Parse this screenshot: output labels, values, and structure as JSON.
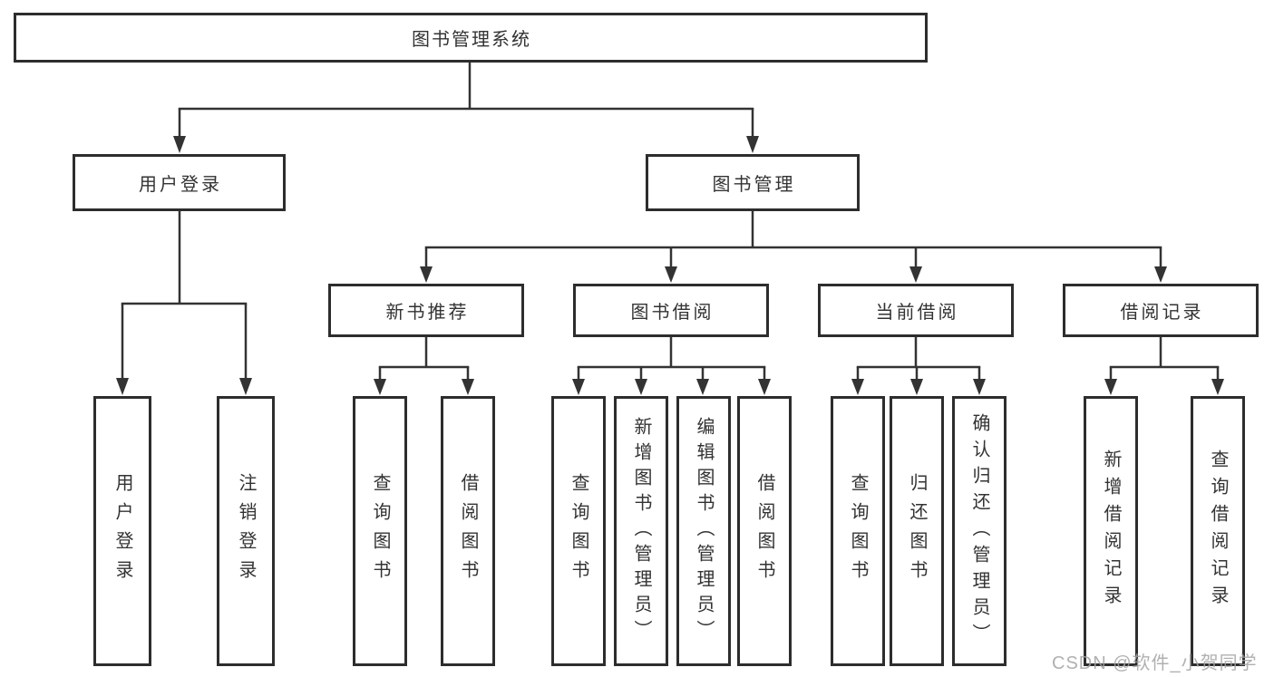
{
  "tree": {
    "root": {
      "label": "图书管理系统",
      "children": [
        {
          "label": "用户登录",
          "children": [
            {
              "label": "用户登录"
            },
            {
              "label": "注销登录"
            }
          ]
        },
        {
          "label": "图书管理",
          "children": [
            {
              "label": "新书推荐",
              "children": [
                {
                  "label": "查询图书"
                },
                {
                  "label": "借阅图书"
                }
              ]
            },
            {
              "label": "图书借阅",
              "children": [
                {
                  "label": "查询图书"
                },
                {
                  "label": "新增图书（管理员）"
                },
                {
                  "label": "编辑图书（管理员）"
                },
                {
                  "label": "借阅图书"
                }
              ]
            },
            {
              "label": "当前借阅",
              "children": [
                {
                  "label": "查询图书"
                },
                {
                  "label": "归还图书"
                },
                {
                  "label": "确认归还（管理员）"
                }
              ]
            },
            {
              "label": "借阅记录",
              "children": [
                {
                  "label": "新增借阅记录"
                },
                {
                  "label": "查询借阅记录"
                }
              ]
            }
          ]
        }
      ]
    }
  },
  "watermark": {
    "text": "CSDN @软件_小贺同学"
  },
  "colors": {
    "line": "#333333",
    "border": "#2d2d2d",
    "text": "#333333",
    "watermark": "#a3a3a3",
    "background": "#ffffff"
  }
}
